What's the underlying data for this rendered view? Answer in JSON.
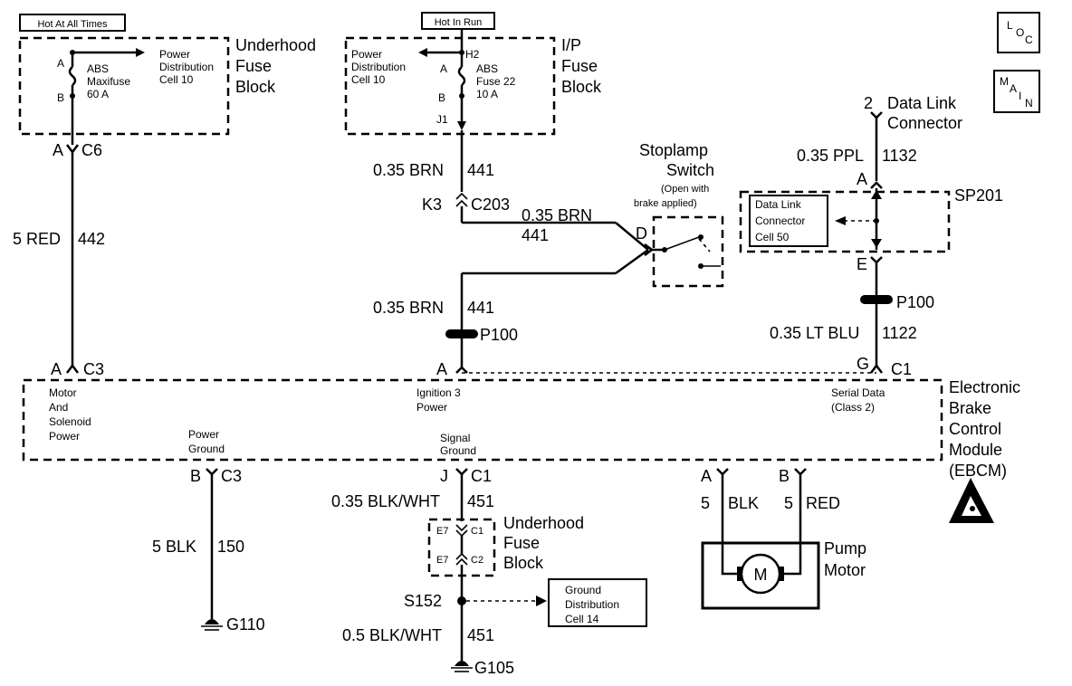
{
  "badges": {
    "hot_all_times": "Hot At All Times",
    "hot_in_run": "Hot In Run",
    "loc": "LOC",
    "main": "MAIN"
  },
  "underhood_fuse_block": {
    "title_1": "Underhood",
    "title_2": "Fuse",
    "title_3": "Block",
    "pin_a": "A",
    "pin_b": "B",
    "fuse_1": "ABS",
    "fuse_2": "Maxifuse",
    "fuse_3": "60 A",
    "pd_1": "Power",
    "pd_2": "Distribution",
    "pd_3": "Cell 10"
  },
  "ip_fuse_block": {
    "title_1": "I/P",
    "title_2": "Fuse",
    "title_3": "Block",
    "pin_h2": "H2",
    "pin_a": "A",
    "pin_b": "B",
    "pin_j1": "J1",
    "fuse_1": "ABS",
    "fuse_2": "Fuse 22",
    "fuse_3": "10 A",
    "pd_1": "Power",
    "pd_2": "Distribution",
    "pd_3": "Cell 10"
  },
  "wires": {
    "c6_pin": "A",
    "c6": "C6",
    "w442_size": "5 RED",
    "w442_num": "442",
    "c3a_pin": "A",
    "c3a": "C3",
    "w441a_size": "0.35 BRN",
    "w441a_num": "441",
    "k3": "K3",
    "c203": "C203",
    "w441b_size": "0.35 BRN",
    "w441b_num": "441",
    "w441c_size": "0.35 BRN",
    "w441c_num": "441",
    "p100_left": "P100",
    "a_pin_ign": "A",
    "dlc_num": "2",
    "dlc_1": "Data Link",
    "dlc_2": "Connector",
    "w1132_size": "0.35 PPL",
    "w1132_num": "1132",
    "sp_a": "A",
    "sp_e": "E",
    "sp201": "SP201",
    "sp_box_1": "Data Link",
    "sp_box_2": "Connector",
    "sp_box_3": "Cell 50",
    "p100_right": "P100",
    "w1122_size": "0.35 LT BLU",
    "w1122_num": "1122",
    "g_pin": "G",
    "c1_right": "C1"
  },
  "stoplamp": {
    "title_1": "Stoplamp",
    "title_2": "Switch",
    "note_1": "(Open with",
    "note_2": "brake applied)",
    "pin_d": "D"
  },
  "ebcm": {
    "title_1": "Electronic",
    "title_2": "Brake",
    "title_3": "Control",
    "title_4": "Module",
    "title_5": "(EBCM)",
    "motor_1": "Motor",
    "motor_2": "And",
    "motor_3": "Solenoid",
    "motor_4": "Power",
    "ign_1": "Ignition 3",
    "ign_2": "Power",
    "serial_1": "Serial Data",
    "serial_2": "(Class 2)",
    "pg_1": "Power",
    "pg_2": "Ground",
    "sg_1": "Signal",
    "sg_2": "Ground"
  },
  "grounds": {
    "b_pin": "B",
    "c3b": "C3",
    "w150_size": "5 BLK",
    "w150_num": "150",
    "g110": "G110",
    "j_pin": "J",
    "c1_sig": "C1",
    "w451a_size": "0.35 BLK/WHT",
    "w451a_num": "451",
    "e7_top": "E7",
    "c1_uh": "C1",
    "e7_bot": "E7",
    "c2_uh": "C2",
    "uh_1": "Underhood",
    "uh_2": "Fuse",
    "uh_3": "Block",
    "s152": "S152",
    "gd_1": "Ground",
    "gd_2": "Distribution",
    "gd_3": "Cell 14",
    "w451b_size": "0.5 BLK/WHT",
    "w451b_num": "451",
    "g105": "G105"
  },
  "pump": {
    "pin_a": "A",
    "pin_b": "B",
    "blk_num": "5",
    "blk": "BLK",
    "red_num": "5",
    "red": "RED",
    "m": "M",
    "title_1": "Pump",
    "title_2": "Motor"
  },
  "icons": [
    "esd-warning-icon",
    "ground-icon",
    "fuse-icon",
    "switch-icon",
    "motor-icon",
    "connector-icon"
  ]
}
